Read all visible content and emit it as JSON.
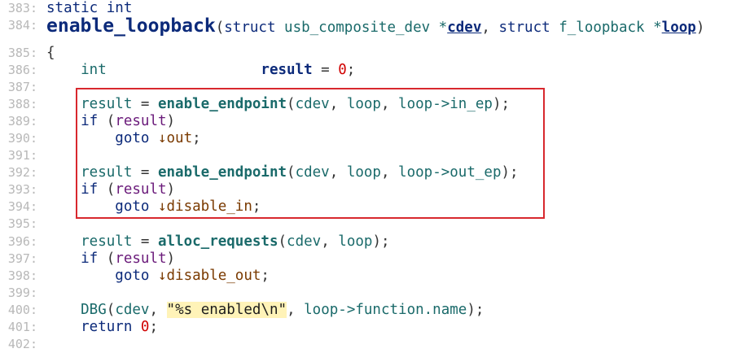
{
  "editor": {
    "lines": [
      {
        "number": "383:",
        "tokens": [
          {
            "t": "static int",
            "c": "tok-kw"
          }
        ]
      },
      {
        "number": "384:",
        "tokens": [
          {
            "t": "enable_loopback",
            "c": "tok-fn-title"
          },
          {
            "t": "(",
            "c": "tok-punct"
          },
          {
            "t": "struct ",
            "c": "tok-kw"
          },
          {
            "t": "usb_composite_dev *",
            "c": "tok-fn"
          },
          {
            "t": "cdev",
            "c": "tok-var-under"
          },
          {
            "t": ", ",
            "c": "tok-punct"
          },
          {
            "t": "struct ",
            "c": "tok-kw"
          },
          {
            "t": "f_loopback *",
            "c": "tok-fn"
          },
          {
            "t": "loop",
            "c": "tok-var-under"
          },
          {
            "t": ")",
            "c": "tok-punct"
          }
        ]
      },
      {
        "number": "385:",
        "tokens": [
          {
            "t": "{",
            "c": "tok-punct"
          }
        ]
      },
      {
        "number": "386:",
        "tokens": [
          {
            "t": "    int                  ",
            "c": "tok-fn"
          },
          {
            "t": "result ",
            "c": "tok-var-bold"
          },
          {
            "t": "= ",
            "c": "tok-punct"
          },
          {
            "t": "0",
            "c": "tok-num"
          },
          {
            "t": ";",
            "c": "tok-punct"
          }
        ]
      },
      {
        "number": "387:",
        "tokens": []
      },
      {
        "number": "388:",
        "tokens": [
          {
            "t": "    result ",
            "c": "tok-var-teal"
          },
          {
            "t": "= ",
            "c": "tok-punct"
          },
          {
            "t": "enable_endpoint",
            "c": "tok-fn-bold"
          },
          {
            "t": "(",
            "c": "tok-punct"
          },
          {
            "t": "cdev",
            "c": "tok-var-teal"
          },
          {
            "t": ", ",
            "c": "tok-punct"
          },
          {
            "t": "loop",
            "c": "tok-var-teal"
          },
          {
            "t": ", ",
            "c": "tok-punct"
          },
          {
            "t": "loop->in_ep",
            "c": "tok-var-teal"
          },
          {
            "t": ");",
            "c": "tok-punct"
          }
        ]
      },
      {
        "number": "389:",
        "tokens": [
          {
            "t": "    if ",
            "c": "tok-kw"
          },
          {
            "t": "(",
            "c": "tok-punct"
          },
          {
            "t": "result",
            "c": "tok-var"
          },
          {
            "t": ")",
            "c": "tok-punct"
          }
        ]
      },
      {
        "number": "390:",
        "tokens": [
          {
            "t": "        goto ",
            "c": "tok-kw"
          },
          {
            "t": "↓out",
            "c": "tok-label"
          },
          {
            "t": ";",
            "c": "tok-punct"
          }
        ]
      },
      {
        "number": "391:",
        "tokens": []
      },
      {
        "number": "392:",
        "tokens": [
          {
            "t": "    result ",
            "c": "tok-var-teal"
          },
          {
            "t": "= ",
            "c": "tok-punct"
          },
          {
            "t": "enable_endpoint",
            "c": "tok-fn-bold"
          },
          {
            "t": "(",
            "c": "tok-punct"
          },
          {
            "t": "cdev",
            "c": "tok-var-teal"
          },
          {
            "t": ", ",
            "c": "tok-punct"
          },
          {
            "t": "loop",
            "c": "tok-var-teal"
          },
          {
            "t": ", ",
            "c": "tok-punct"
          },
          {
            "t": "loop->out_ep",
            "c": "tok-var-teal"
          },
          {
            "t": ");",
            "c": "tok-punct"
          }
        ]
      },
      {
        "number": "393:",
        "tokens": [
          {
            "t": "    if ",
            "c": "tok-kw"
          },
          {
            "t": "(",
            "c": "tok-punct"
          },
          {
            "t": "result",
            "c": "tok-var"
          },
          {
            "t": ")",
            "c": "tok-punct"
          }
        ]
      },
      {
        "number": "394:",
        "tokens": [
          {
            "t": "        goto ",
            "c": "tok-kw"
          },
          {
            "t": "↓disable_in",
            "c": "tok-label"
          },
          {
            "t": ";",
            "c": "tok-punct"
          }
        ]
      },
      {
        "number": "395:",
        "tokens": []
      },
      {
        "number": "396:",
        "tokens": [
          {
            "t": "    result ",
            "c": "tok-var-teal"
          },
          {
            "t": "= ",
            "c": "tok-punct"
          },
          {
            "t": "alloc_requests",
            "c": "tok-fn-bold"
          },
          {
            "t": "(",
            "c": "tok-punct"
          },
          {
            "t": "cdev",
            "c": "tok-var-teal"
          },
          {
            "t": ", ",
            "c": "tok-punct"
          },
          {
            "t": "loop",
            "c": "tok-var-teal"
          },
          {
            "t": ");",
            "c": "tok-punct"
          }
        ]
      },
      {
        "number": "397:",
        "tokens": [
          {
            "t": "    if ",
            "c": "tok-kw"
          },
          {
            "t": "(",
            "c": "tok-punct"
          },
          {
            "t": "result",
            "c": "tok-var"
          },
          {
            "t": ")",
            "c": "tok-punct"
          }
        ]
      },
      {
        "number": "398:",
        "tokens": [
          {
            "t": "        goto ",
            "c": "tok-kw"
          },
          {
            "t": "↓disable_out",
            "c": "tok-label"
          },
          {
            "t": ";",
            "c": "tok-punct"
          }
        ]
      },
      {
        "number": "399:",
        "tokens": []
      },
      {
        "number": "400:",
        "tokens": [
          {
            "t": "    DBG",
            "c": "tok-fn"
          },
          {
            "t": "(",
            "c": "tok-punct"
          },
          {
            "t": "cdev",
            "c": "tok-var-teal"
          },
          {
            "t": ", ",
            "c": "tok-punct"
          },
          {
            "t": "\"%s enabled\\n\"",
            "c": "tok-str"
          },
          {
            "t": ", ",
            "c": "tok-punct"
          },
          {
            "t": "loop->function.name",
            "c": "tok-var-teal"
          },
          {
            "t": ");",
            "c": "tok-punct"
          }
        ]
      },
      {
        "number": "401:",
        "tokens": [
          {
            "t": "    return ",
            "c": "tok-kw"
          },
          {
            "t": "0",
            "c": "tok-num"
          },
          {
            "t": ";",
            "c": "tok-punct"
          }
        ]
      },
      {
        "number": "402:",
        "tokens": []
      }
    ]
  },
  "colors": {
    "highlight_box": "#d8282e",
    "gutter_text": "#b8b8b8",
    "string_background": "#fff3b8"
  }
}
